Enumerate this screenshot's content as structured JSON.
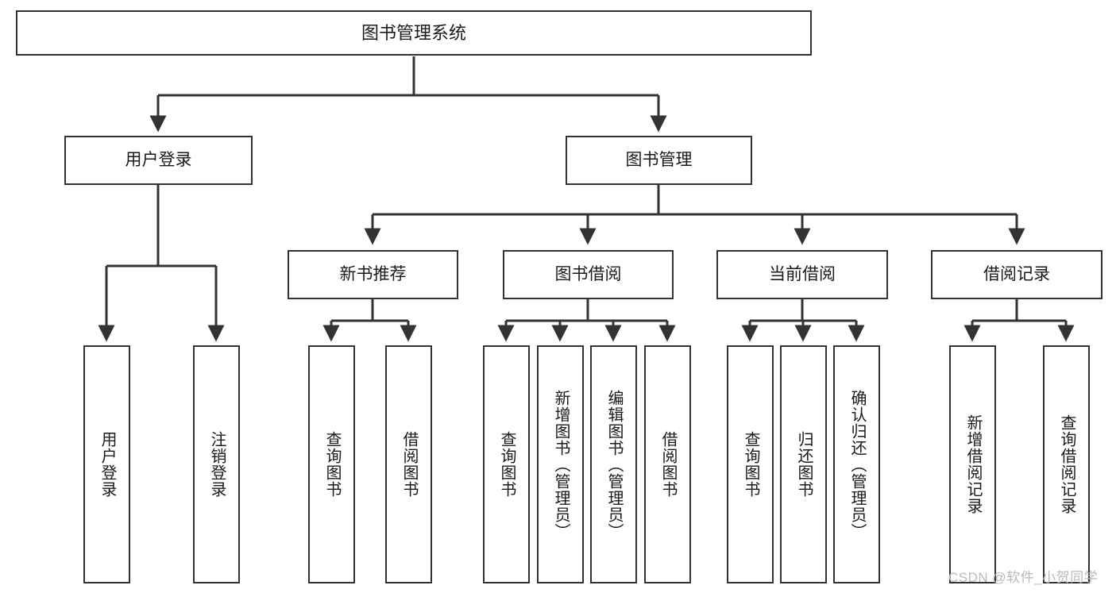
{
  "diagram": {
    "title": "图书管理系统",
    "watermark": "CSDN @软件_小贺同学",
    "stroke_color": "#333333",
    "background_color": "#ffffff",
    "text_color": "#1a1a1a",
    "watermark_color": "#b9b9b9",
    "nodes": {
      "root": "图书管理系统",
      "user_login": "用户登录",
      "book_manage": "图书管理",
      "new_book_rec": "新书推荐",
      "book_borrow": "图书借阅",
      "current_borrow": "当前借阅",
      "borrow_record": "借阅记录",
      "leaf_user_login": "用户登录",
      "leaf_logout": "注销登录",
      "leaf_query_book_1": "查询图书",
      "leaf_borrow_book_1": "借阅图书",
      "leaf_query_book_2": "查询图书",
      "leaf_add_book": "新增图书（管理员）",
      "leaf_edit_book": "编辑图书（管理员）",
      "leaf_borrow_book_2": "借阅图书",
      "leaf_query_book_3": "查询图书",
      "leaf_return_book": "归还图书",
      "leaf_confirm_return": "确认归还（管理员）",
      "leaf_add_record": "新增借阅记录",
      "leaf_query_record": "查询借阅记录"
    }
  }
}
